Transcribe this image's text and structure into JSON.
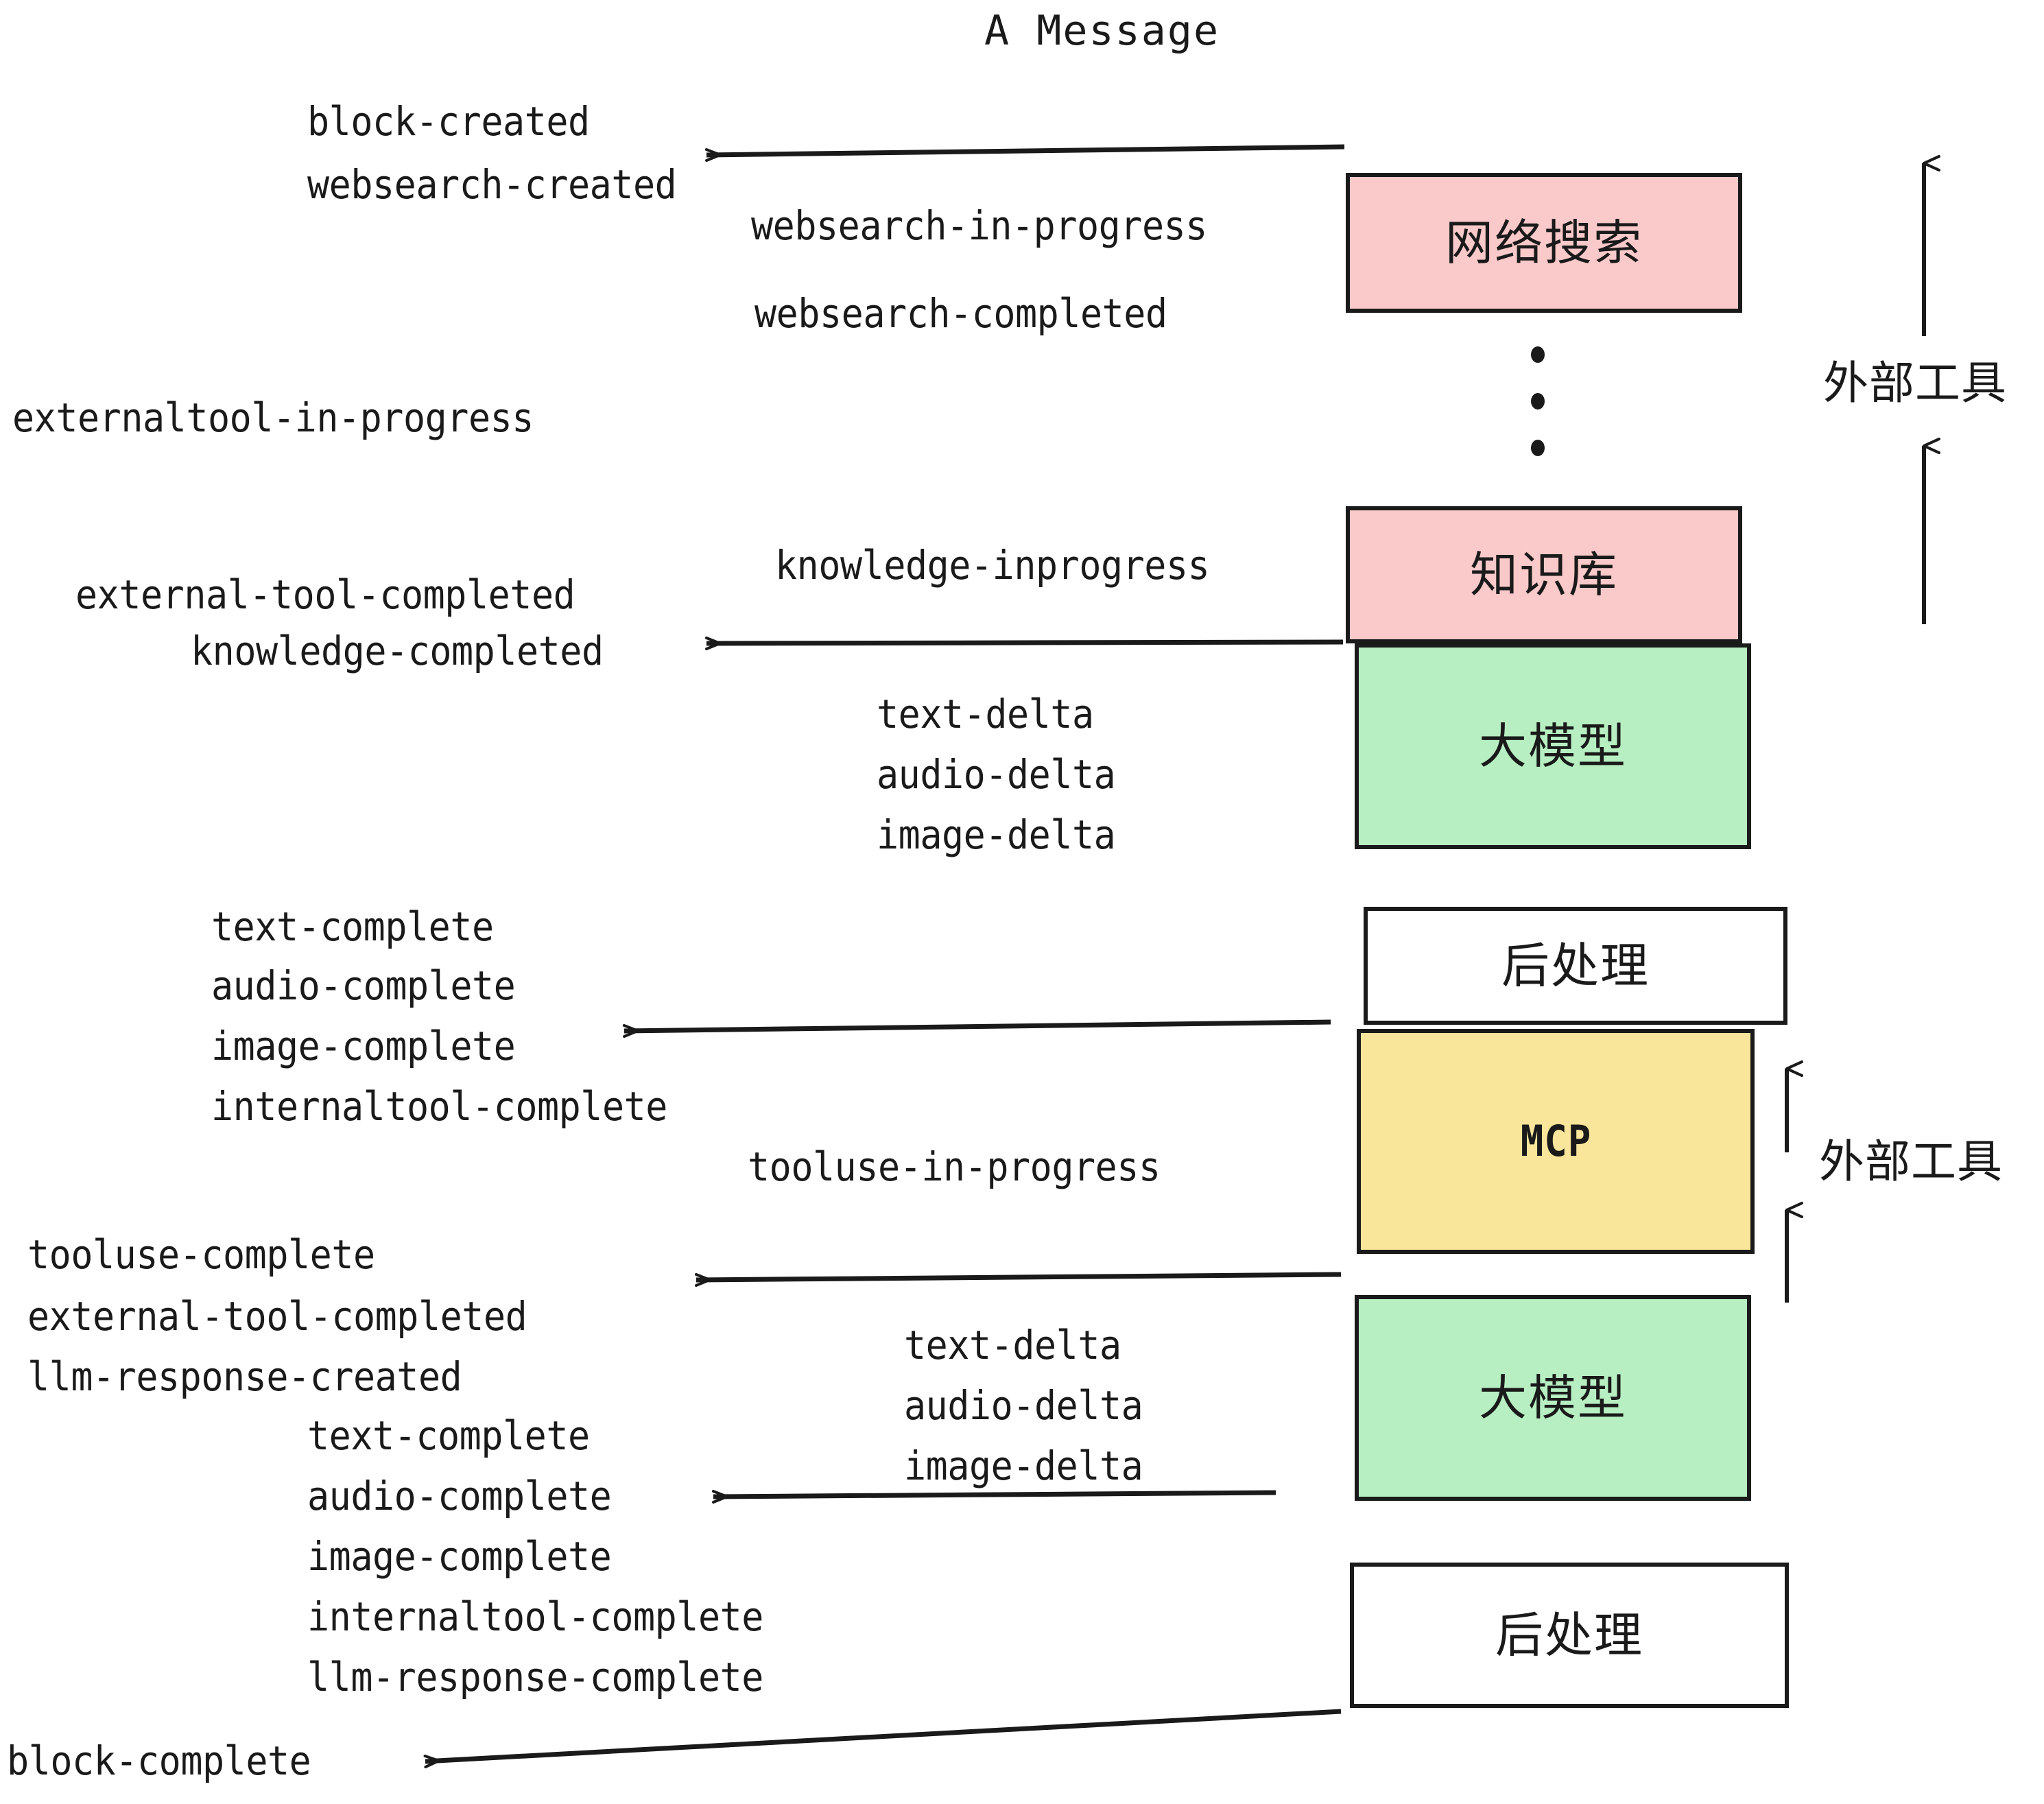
{
  "title": "A Message",
  "colors": {
    "pink": "#fac9c9",
    "green": "#b7efc2",
    "yellow": "#fae69b",
    "white": "#ffffff",
    "stroke": "#1a1a1a",
    "text": "#1a1a1a"
  },
  "boxes": [
    {
      "id": "websearch",
      "label": "网络搜索",
      "fill": "pink"
    },
    {
      "id": "knowledge",
      "label": "知识库",
      "fill": "pink"
    },
    {
      "id": "llm-top",
      "label": "大模型",
      "fill": "green"
    },
    {
      "id": "postproc-top",
      "label": "后处理",
      "fill": "white"
    },
    {
      "id": "mcp",
      "label": "MCP",
      "fill": "yellow"
    },
    {
      "id": "llm-bottom",
      "label": "大模型",
      "fill": "green"
    },
    {
      "id": "postproc-bot",
      "label": "后处理",
      "fill": "white"
    }
  ],
  "side_labels": [
    {
      "id": "external-tools-top",
      "text": "外部工具"
    },
    {
      "id": "external-tools-bottom",
      "text": "外部工具"
    }
  ],
  "events": {
    "group_block_created": [
      "block-created",
      "websearch-created"
    ],
    "group_websearch": [
      "websearch-in-progress",
      "websearch-completed"
    ],
    "externaltool_in_progress": "externaltool-in-progress",
    "knowledge_inprogress": "knowledge-inprogress",
    "group_knowledge_completed": [
      "external-tool-completed",
      "knowledge-completed"
    ],
    "group_deltas_top": [
      "text-delta",
      "audio-delta",
      "image-delta"
    ],
    "group_completes_mid": [
      "text-complete",
      "audio-complete",
      "image-complete",
      "internaltool-complete"
    ],
    "tooluse_in_progress": "tooluse-in-progress",
    "group_tooluse_complete": [
      "tooluse-complete",
      "external-tool-completed",
      "llm-response-created"
    ],
    "group_deltas_bottom": [
      "text-delta",
      "audio-delta",
      "image-delta"
    ],
    "group_completes_bottom": [
      "text-complete",
      "audio-complete",
      "image-complete",
      "internaltool-complete",
      "llm-response-complete"
    ],
    "block_complete": "block-complete"
  }
}
